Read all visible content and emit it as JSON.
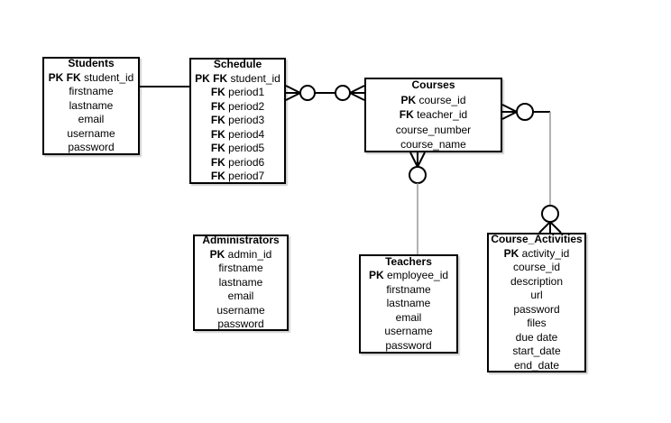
{
  "diagram": {
    "kind": "entity-relationship-diagram",
    "colors": {
      "background": "#ffffff",
      "box_fill": "#ffffff",
      "box_border": "#000000",
      "text": "#000000",
      "connector": "#000000",
      "connector_thin": "#999999"
    },
    "entities": [
      {
        "id": "students",
        "title": "Students",
        "rows": [
          {
            "key": "PK FK",
            "name": "student_id"
          },
          {
            "key": "",
            "name": "firstname"
          },
          {
            "key": "",
            "name": "lastname"
          },
          {
            "key": "",
            "name": "email"
          },
          {
            "key": "",
            "name": "username"
          },
          {
            "key": "",
            "name": "password"
          }
        ]
      },
      {
        "id": "schedule",
        "title": "Schedule",
        "rows": [
          {
            "key": "PK FK",
            "name": "student_id"
          },
          {
            "key": "FK",
            "name": "period1"
          },
          {
            "key": "FK",
            "name": "period2"
          },
          {
            "key": "FK",
            "name": "period3"
          },
          {
            "key": "FK",
            "name": "period4"
          },
          {
            "key": "FK",
            "name": "period5"
          },
          {
            "key": "FK",
            "name": "period6"
          },
          {
            "key": "FK",
            "name": "period7"
          }
        ]
      },
      {
        "id": "courses",
        "title": "Courses",
        "rows": [
          {
            "key": "PK",
            "name": "course_id"
          },
          {
            "key": "FK",
            "name": "teacher_id"
          },
          {
            "key": "",
            "name": "course_number"
          },
          {
            "key": "",
            "name": "course_name"
          }
        ]
      },
      {
        "id": "administrators",
        "title": "Administrators",
        "rows": [
          {
            "key": "PK",
            "name": "admin_id"
          },
          {
            "key": "",
            "name": "firstname"
          },
          {
            "key": "",
            "name": "lastname"
          },
          {
            "key": "",
            "name": "email"
          },
          {
            "key": "",
            "name": "username"
          },
          {
            "key": "",
            "name": "password"
          }
        ]
      },
      {
        "id": "teachers",
        "title": "Teachers",
        "rows": [
          {
            "key": "PK",
            "name": "employee_id"
          },
          {
            "key": "",
            "name": "firstname"
          },
          {
            "key": "",
            "name": "lastname"
          },
          {
            "key": "",
            "name": "email"
          },
          {
            "key": "",
            "name": "username"
          },
          {
            "key": "",
            "name": "password"
          }
        ]
      },
      {
        "id": "course_activities",
        "title": "Course_Activities",
        "rows": [
          {
            "key": "PK",
            "name": "activity_id"
          },
          {
            "key": "",
            "name": "course_id"
          },
          {
            "key": "",
            "name": "description"
          },
          {
            "key": "",
            "name": "url"
          },
          {
            "key": "",
            "name": "password"
          },
          {
            "key": "",
            "name": "files"
          },
          {
            "key": "",
            "name": "due date"
          },
          {
            "key": "",
            "name": "start_date"
          },
          {
            "key": "",
            "name": "end_date"
          }
        ]
      }
    ],
    "relationships": [
      {
        "from": "Students",
        "to": "Schedule",
        "from_marker": "none",
        "to_marker": "none"
      },
      {
        "from": "Schedule",
        "to": "Courses",
        "from_marker": "zero-or-many",
        "to_marker": "zero-or-many"
      },
      {
        "from": "Courses",
        "to": "Teachers",
        "from_marker": "zero-or-many",
        "to_marker": "none"
      },
      {
        "from": "Courses",
        "to": "Course_Activities",
        "from_marker": "zero-or-many",
        "to_marker": "zero-or-many"
      }
    ]
  }
}
